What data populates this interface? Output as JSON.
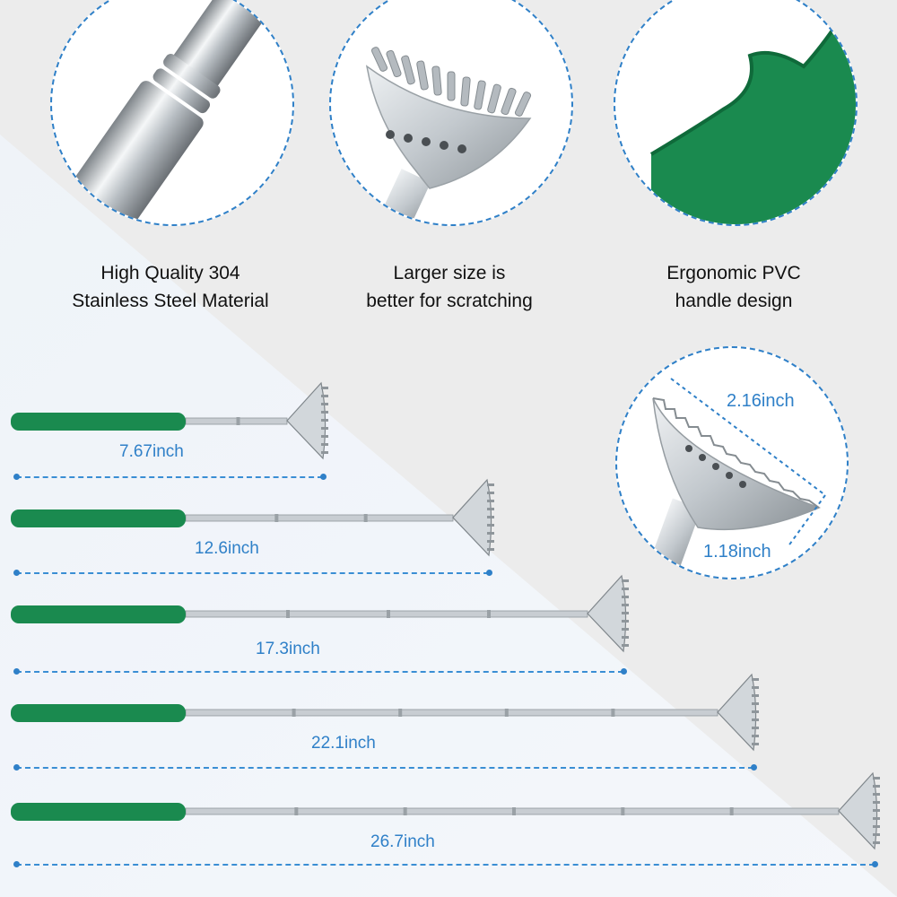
{
  "colors": {
    "accent": "#2f80c8",
    "handle": "#1a8a4f",
    "steel": "#c8cdd2",
    "background": "#ececec"
  },
  "features": [
    {
      "line1": "High Quality 304",
      "line2": "Stainless Steel Material",
      "icon": "steel-shaft-icon"
    },
    {
      "line1": "Larger size is",
      "line2": "better for scratching",
      "icon": "scratcher-head-icon"
    },
    {
      "line1": "Ergonomic PVC",
      "line2": "handle design",
      "icon": "pvc-handle-icon"
    }
  ],
  "head_dimensions": {
    "width": "2.16inch",
    "height": "1.18inch"
  },
  "lengths": [
    {
      "label": "7.67inch"
    },
    {
      "label": "12.6inch"
    },
    {
      "label": "17.3inch"
    },
    {
      "label": "22.1inch"
    },
    {
      "label": "26.7inch"
    }
  ]
}
